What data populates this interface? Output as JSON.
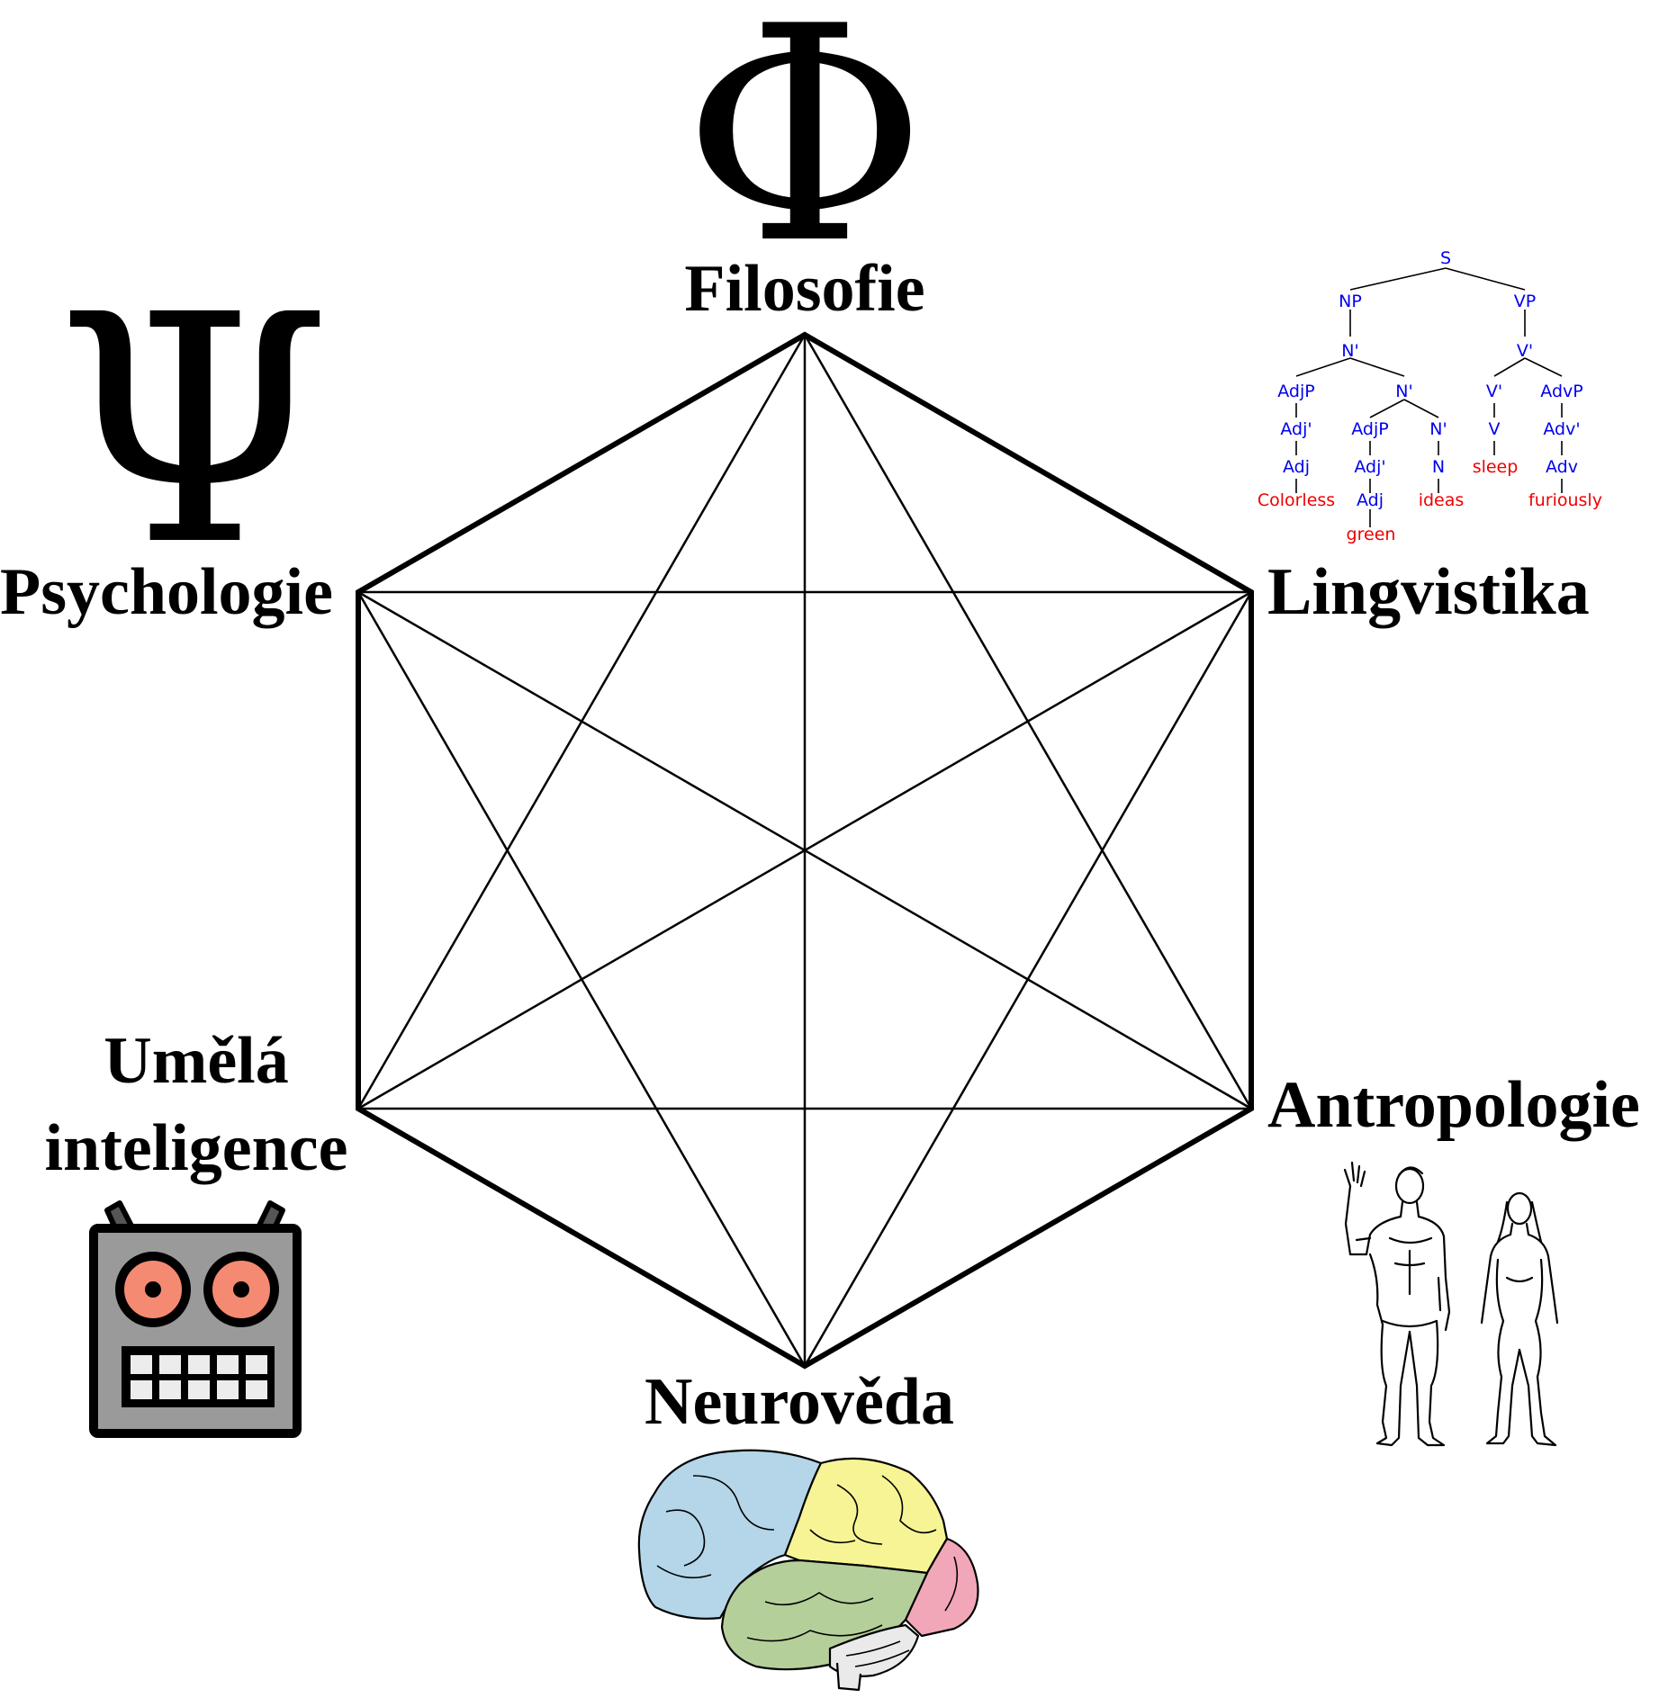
{
  "diagram": {
    "nodes": {
      "philosophy": {
        "label": "Filosofie",
        "symbol": "Φ"
      },
      "psychology": {
        "label": "Psychologie",
        "symbol": "Ψ"
      },
      "linguistics": {
        "label": "Lingvistika"
      },
      "anthropology": {
        "label": "Antropologie"
      },
      "neuroscience": {
        "label": "Neurověda"
      },
      "ai": {
        "label_line1": "Umělá",
        "label_line2": "inteligence"
      }
    },
    "icons": {
      "philosophy": "phi-icon",
      "psychology": "psi-icon",
      "linguistics": "syntax-tree-icon",
      "anthropology": "human-figures-icon",
      "neuroscience": "brain-icon",
      "ai": "robot-face-icon"
    },
    "syntax_tree": {
      "categories": {
        "s": "S",
        "np": "NP",
        "vp": "VP",
        "nbar1": "N'",
        "vbar1": "V'",
        "adjp1": "AdjP",
        "nbar2": "N'",
        "vbar2": "V'",
        "advp": "AdvP",
        "adjbar1": "Adj'",
        "adjp2": "AdjP",
        "nbar3": "N'",
        "v": "V",
        "advbar": "Adv'",
        "adj1": "Adj",
        "adjbar2": "Adj'",
        "n": "N",
        "adv": "Adv",
        "adj2": "Adj"
      },
      "words": {
        "colorless": "Colorless",
        "green": "green",
        "ideas": "ideas",
        "sleep": "sleep",
        "furiously": "furiously"
      }
    },
    "colors": {
      "lines": "#000000",
      "tree_category": "#0000ee",
      "tree_word": "#ee0000",
      "robot_body": "#9a9a9a",
      "robot_eye": "#f58a72",
      "brain_frontal": "#b4d6e8",
      "brain_parietal": "#f7f495",
      "brain_occipital": "#f2a7b8",
      "brain_temporal": "#b5cf9a"
    }
  }
}
